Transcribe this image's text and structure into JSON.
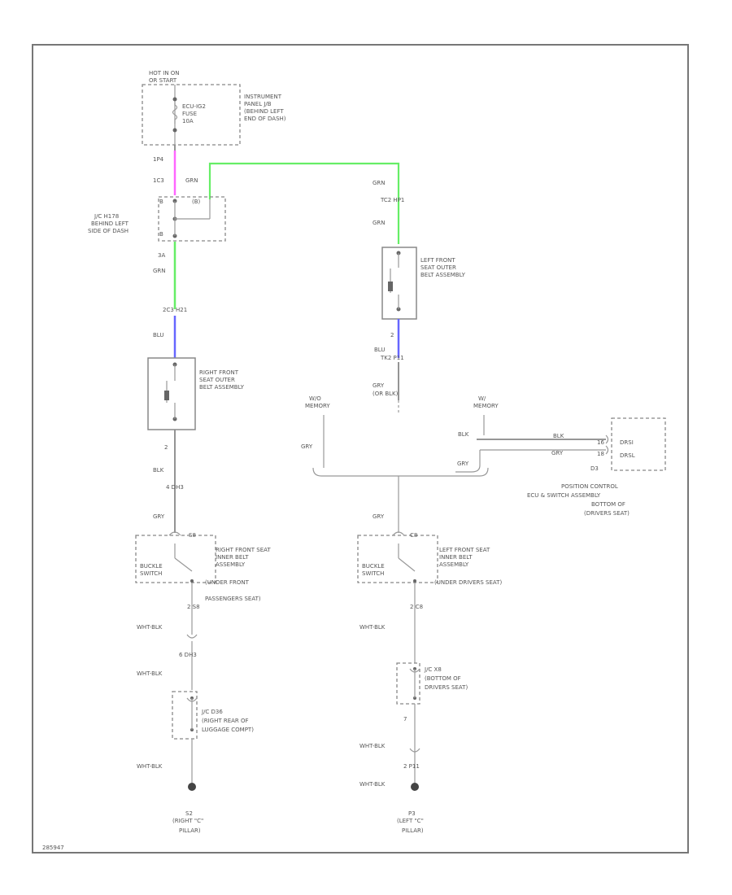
{
  "fuse_box": {
    "header": [
      "HOT IN ON",
      "OR START"
    ],
    "fuse_label": [
      "ECU-IG2",
      "FUSE",
      "10A"
    ],
    "location": [
      "INSTRUMENT",
      "PANEL J/B",
      "(BEHIND LEFT",
      "END OF DASH)"
    ]
  },
  "wires": {
    "w1_code": "1P4",
    "w1_color": "GRN",
    "w1_split": "1C3",
    "jc_pins": [
      "B",
      "(B)",
      "B"
    ],
    "jc_label": [
      "J/C H178",
      "BEHIND LEFT",
      "SIDE OF DASH"
    ],
    "w2_pin": "3A",
    "w2_color": "GRN",
    "w2_conn": "2C3 H21",
    "w3_color": "BLU",
    "right_pin": "2",
    "right_color": "BLK",
    "right_conn": "4 DH3",
    "right_gry": "GRY",
    "top_grn": "GRN",
    "top_conn": "TC2 HP1",
    "top_grn2": "GRN",
    "left_pin": "2",
    "left_color": "BLU",
    "left_conn": "TK2 P11",
    "left_gry": "GRY",
    "left_gry_alt": "(OR BLK)"
  },
  "seat_belts": {
    "right": [
      "RIGHT FRONT",
      "SEAT OUTER",
      "BELT ASSEMBLY"
    ],
    "left": [
      "LEFT FRONT",
      "SEAT OUTER",
      "BELT ASSEMBLY"
    ]
  },
  "memory": {
    "wo": [
      "W/O",
      "MEMORY"
    ],
    "w": [
      "W/",
      "MEMORY"
    ],
    "gry1": "GRY",
    "blk": "BLK",
    "blk2": "BLK",
    "gry2": "GRY",
    "gry3": "GRY",
    "pin_16": "16",
    "pin_18": "18",
    "conn_d3": "D3",
    "ecu_labels": [
      "DRSI",
      "DRSL"
    ],
    "ecu_desc": [
      "POSITION CONTROL",
      "ECU & SWITCH ASSEMBLY",
      "BOTTOM OF",
      "(DRIVERS SEAT)"
    ]
  },
  "right_buckle": {
    "pin_top": "S8",
    "gry": "GRY",
    "buckle": [
      "BUCKLE",
      "SWITCH"
    ],
    "desc": [
      "RIGHT FRONT SEAT",
      "INNER BELT",
      "ASSEMBLY",
      "(UNDER FRONT",
      "PASSENGERS SEAT)"
    ],
    "pin_bottom": "2 S8",
    "c1": "WHT-BLK",
    "conn2": "6 DH3",
    "c2": "WHT-BLK",
    "jc": [
      "J/C D36",
      "(RIGHT REAR OF",
      "LUGGAGE COMPT)"
    ],
    "c3": "WHT-BLK",
    "ground": [
      "S2",
      "(RIGHT \"C\"",
      "PILLAR)"
    ]
  },
  "left_buckle": {
    "pin_top": "C8",
    "gry": "GRY",
    "buckle": [
      "BUCKLE",
      "SWITCH"
    ],
    "desc": [
      "LEFT FRONT SEAT",
      "INNER BELT",
      "ASSEMBLY",
      "(UNDER DRIVERS SEAT)"
    ],
    "pin_bottom": "2 C8",
    "c1": "WHT-BLK",
    "jc": [
      "J/C X8",
      "(BOTTOM OF",
      "DRIVERS SEAT)"
    ],
    "pin_mid": "7",
    "c2": "WHT-BLK",
    "conn": "2 P11",
    "c3": "WHT-BLK",
    "ground": [
      "P3",
      "(LEFT \"C\"",
      "PILLAR)"
    ]
  },
  "footer_id": "285947",
  "colors": {
    "pink": "#ff66ff",
    "green": "#66ee66",
    "blue": "#6666ff"
  }
}
